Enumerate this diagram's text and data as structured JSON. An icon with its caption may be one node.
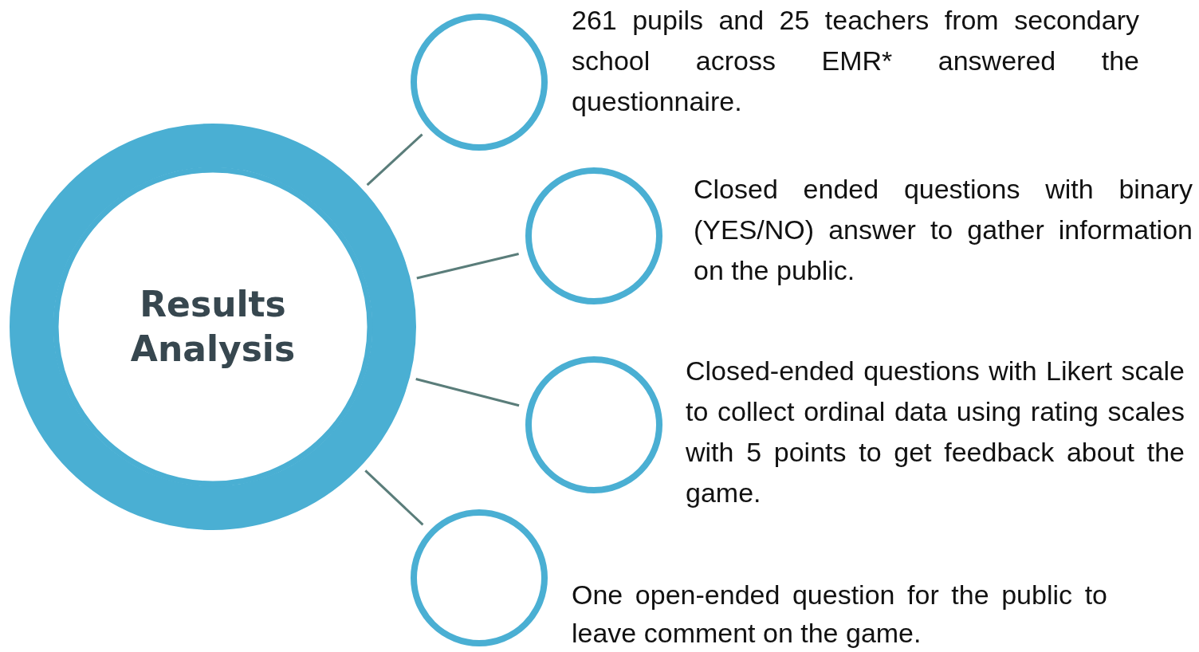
{
  "diagram": {
    "nodes": [
      {
        "text": [
          "Results Analysis"
        ]
      },
      {
        "text": [],
        "shape": "circle",
        "beside": [
          "261 pupils and 25 teachers from secondary school across EMR* answered the questionnaire."
        ]
      },
      {
        "text": [],
        "shape": "circle",
        "beside": [
          "Closed ended questions with binary (YES/NO) answer to gather information on the public."
        ]
      },
      {
        "text": [],
        "shape": "circle",
        "beside": [
          "Closed-ended questions with Likert scale to collect ordinal data using rating scales with 5 points to get feedback about the game."
        ]
      },
      {
        "text": [],
        "shape": "circle",
        "beside": [
          "One open-ended question for the public to leave comment on the game."
        ]
      }
    ],
    "edges": [
      {
        "from": 0,
        "to": 1,
        "arrow": "none"
      },
      {
        "from": 0,
        "to": 2,
        "arrow": "none"
      },
      {
        "from": 0,
        "to": 3,
        "arrow": "none"
      },
      {
        "from": 0,
        "to": 4,
        "arrow": "none"
      }
    ]
  }
}
